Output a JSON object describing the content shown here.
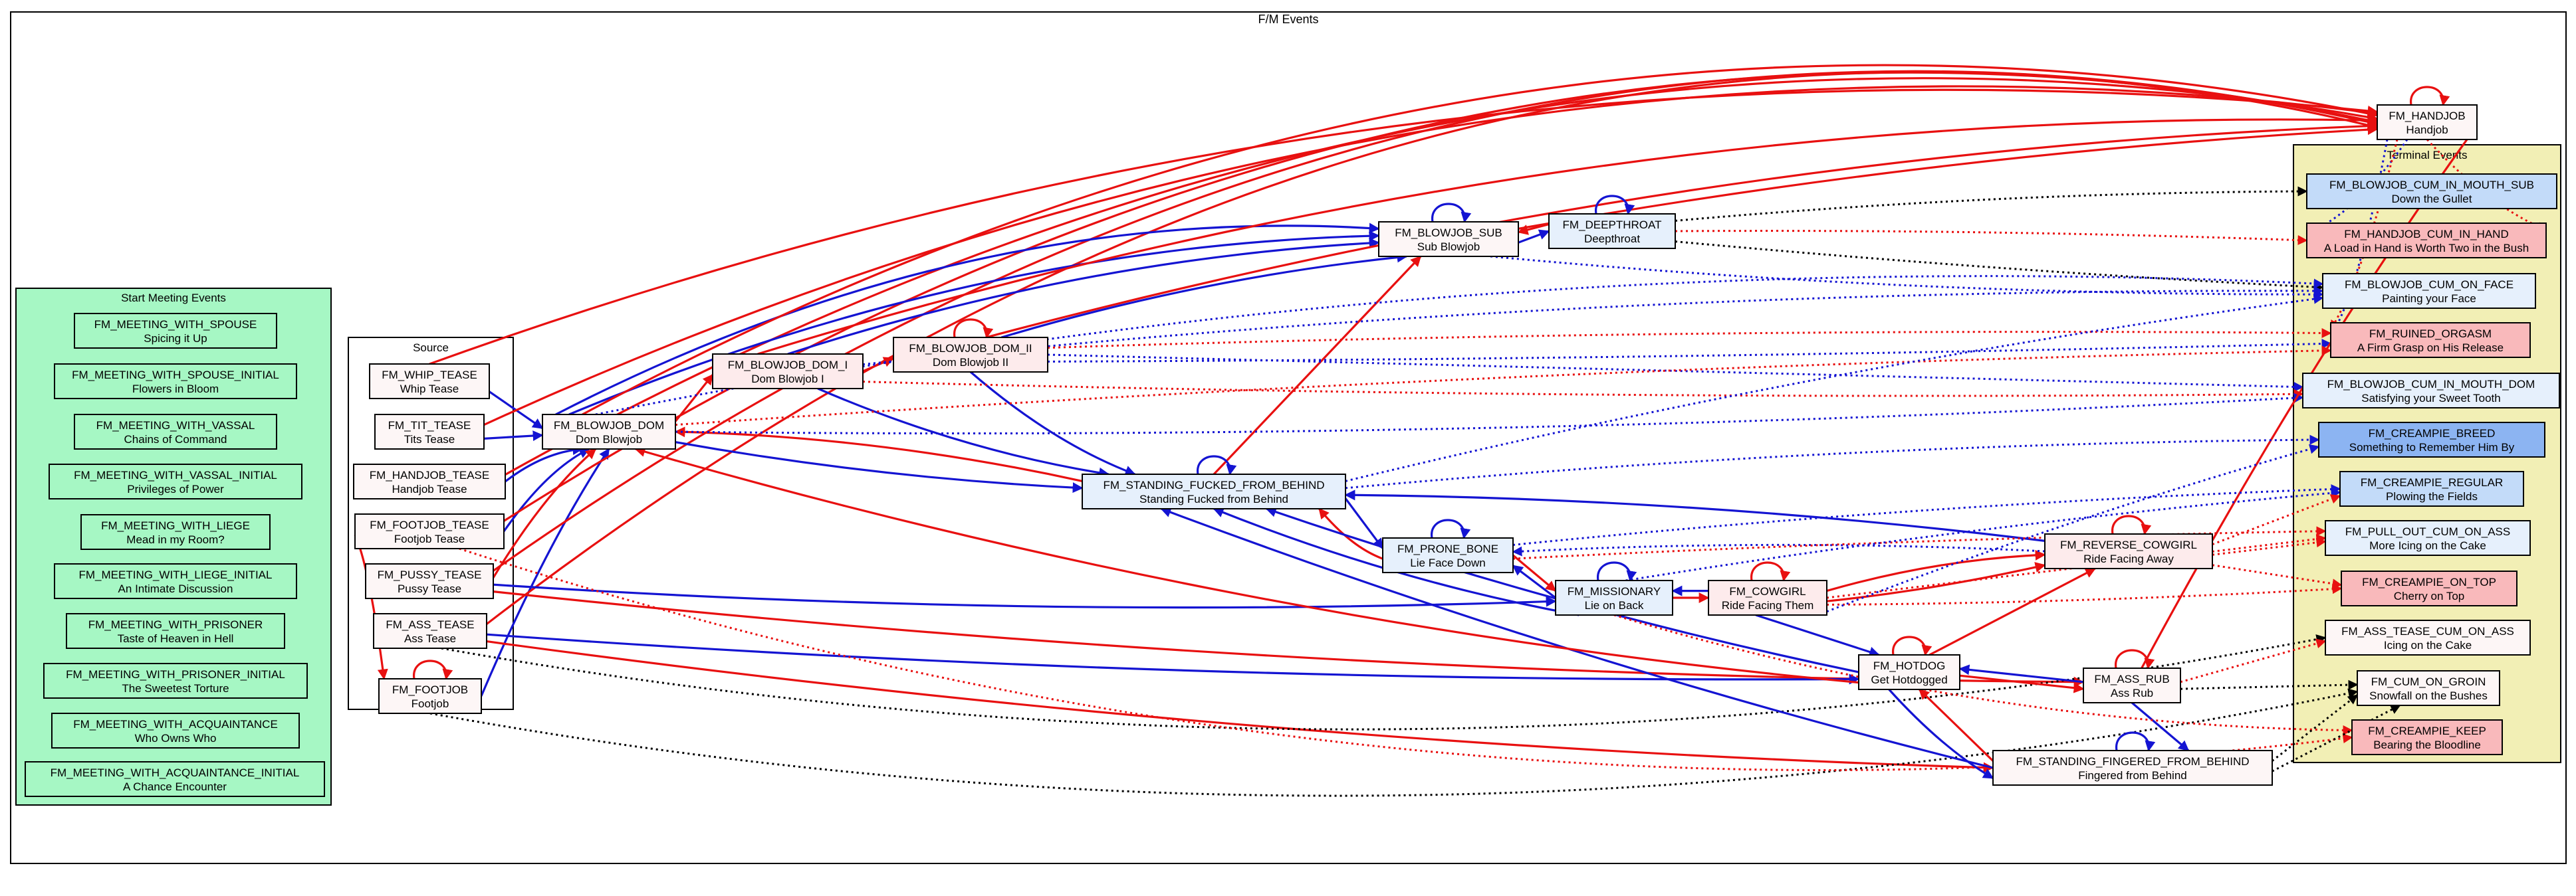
{
  "title": "F/M Events",
  "clusters": {
    "start": "Start Meeting Events",
    "source": "Source",
    "terminal": "Terminal Events"
  },
  "colors": {
    "red": "#e81010",
    "blue": "#1414d2",
    "black": "#000000",
    "start_bg": "#a6f7c4",
    "terminal_bg": "#f2efb5",
    "pink": "#fdebec",
    "light_pink": "#fdf6f6",
    "light_blue": "#e6f0fc",
    "blue_fill": "#c3dbf9",
    "strong_blue": "#8cb4f2",
    "red_fill": "#f9b9bb"
  },
  "nodes": {
    "meet_spouse": {
      "id": "FM_MEETING_WITH_SPOUSE",
      "label": "Spicing it Up"
    },
    "meet_spouse_init": {
      "id": "FM_MEETING_WITH_SPOUSE_INITIAL",
      "label": "Flowers in Bloom"
    },
    "meet_vassal": {
      "id": "FM_MEETING_WITH_VASSAL",
      "label": "Chains of Command"
    },
    "meet_vassal_init": {
      "id": "FM_MEETING_WITH_VASSAL_INITIAL",
      "label": "Privileges of Power"
    },
    "meet_liege": {
      "id": "FM_MEETING_WITH_LIEGE",
      "label": "Mead in my Room?"
    },
    "meet_liege_init": {
      "id": "FM_MEETING_WITH_LIEGE_INITIAL",
      "label": "An Intimate Discussion"
    },
    "meet_prisoner": {
      "id": "FM_MEETING_WITH_PRISONER",
      "label": "Taste of Heaven in Hell"
    },
    "meet_prisoner_init": {
      "id": "FM_MEETING_WITH_PRISONER_INITIAL",
      "label": "The Sweetest Torture"
    },
    "meet_acq": {
      "id": "FM_MEETING_WITH_ACQUAINTANCE",
      "label": "Who Owns Who"
    },
    "meet_acq_init": {
      "id": "FM_MEETING_WITH_ACQUAINTANCE_INITIAL",
      "label": "A Chance Encounter"
    },
    "whip": {
      "id": "FM_WHIP_TEASE",
      "label": "Whip Tease"
    },
    "tit": {
      "id": "FM_TIT_TEASE",
      "label": "Tits Tease"
    },
    "handjob_tease": {
      "id": "FM_HANDJOB_TEASE",
      "label": "Handjob Tease"
    },
    "footjob_tease": {
      "id": "FM_FOOTJOB_TEASE",
      "label": "Footjob Tease"
    },
    "pussy": {
      "id": "FM_PUSSY_TEASE",
      "label": "Pussy Tease"
    },
    "ass_tease": {
      "id": "FM_ASS_TEASE",
      "label": "Ass Tease"
    },
    "footjob": {
      "id": "FM_FOOTJOB",
      "label": "Footjob"
    },
    "bj_dom": {
      "id": "FM_BLOWJOB_DOM",
      "label": "Dom Blowjob"
    },
    "bj_dom1": {
      "id": "FM_BLOWJOB_DOM_I",
      "label": "Dom Blowjob I"
    },
    "bj_dom2": {
      "id": "FM_BLOWJOB_DOM_II",
      "label": "Dom Blowjob II"
    },
    "bj_sub": {
      "id": "FM_BLOWJOB_SUB",
      "label": "Sub Blowjob"
    },
    "deepthroat": {
      "id": "FM_DEEPTHROAT",
      "label": "Deepthroat"
    },
    "handjob": {
      "id": "FM_HANDJOB",
      "label": "Handjob"
    },
    "standing_fucked": {
      "id": "FM_STANDING_FUCKED_FROM_BEHIND",
      "label": "Standing Fucked from Behind"
    },
    "prone": {
      "id": "FM_PRONE_BONE",
      "label": "Lie Face Down"
    },
    "missionary": {
      "id": "FM_MISSIONARY",
      "label": "Lie on Back"
    },
    "cowgirl": {
      "id": "FM_COWGIRL",
      "label": "Ride Facing Them"
    },
    "reverse_cowgirl": {
      "id": "FM_REVERSE_COWGIRL",
      "label": "Ride Facing Away"
    },
    "hotdog": {
      "id": "FM_HOTDOG",
      "label": "Get Hotdogged"
    },
    "ass_rub": {
      "id": "FM_ASS_RUB",
      "label": "Ass Rub"
    },
    "standing_fingered": {
      "id": "FM_STANDING_FINGERED_FROM_BEHIND",
      "label": "Fingered from Behind"
    },
    "t_bj_mouth_sub": {
      "id": "FM_BLOWJOB_CUM_IN_MOUTH_SUB",
      "label": "Down the Gullet"
    },
    "t_hand": {
      "id": "FM_HANDJOB_CUM_IN_HAND",
      "label": "A Load in Hand is Worth Two in the Bush"
    },
    "t_face": {
      "id": "FM_BLOWJOB_CUM_ON_FACE",
      "label": "Painting your Face"
    },
    "t_ruined": {
      "id": "FM_RUINED_ORGASM",
      "label": "A Firm Grasp on His Release"
    },
    "t_bj_mouth_dom": {
      "id": "FM_BLOWJOB_CUM_IN_MOUTH_DOM",
      "label": "Satisfying your Sweet Tooth"
    },
    "t_breed": {
      "id": "FM_CREAMPIE_BREED",
      "label": "Something to Remember Him By"
    },
    "t_regular": {
      "id": "FM_CREAMPIE_REGULAR",
      "label": "Plowing the Fields"
    },
    "t_pullout": {
      "id": "FM_PULL_OUT_CUM_ON_ASS",
      "label": "More Icing on the Cake"
    },
    "t_ontop": {
      "id": "FM_CREAMPIE_ON_TOP",
      "label": "Cherry on Top"
    },
    "t_ass_tease_cum": {
      "id": "FM_ASS_TEASE_CUM_ON_ASS",
      "label": "Icing on the Cake"
    },
    "t_groin": {
      "id": "FM_CUM_ON_GROIN",
      "label": "Snowfall on the Bushes"
    },
    "t_keep": {
      "id": "FM_CREAMPIE_KEEP",
      "label": "Bearing the Bloodline"
    }
  }
}
